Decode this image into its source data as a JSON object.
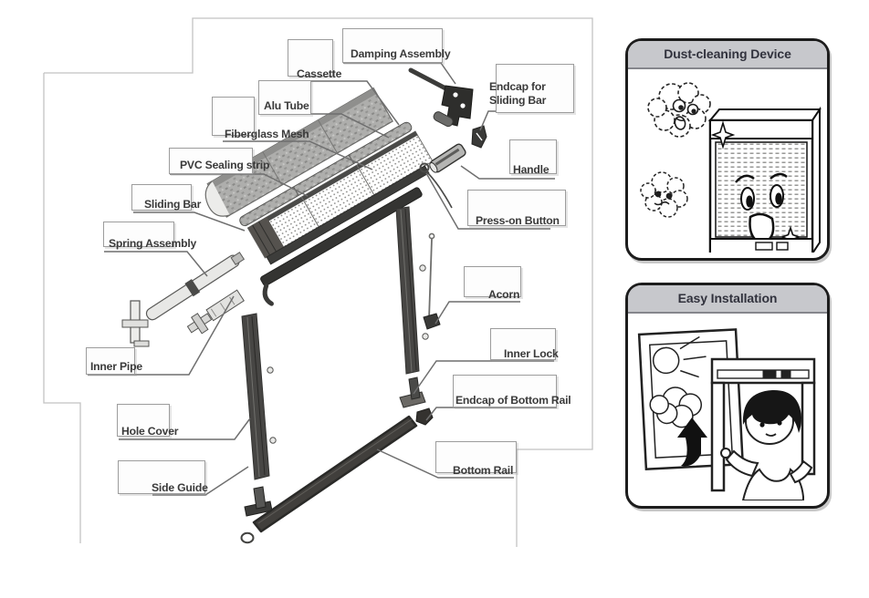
{
  "diagram": {
    "parts": [
      {
        "id": "cassette",
        "label": "Cassette"
      },
      {
        "id": "damping-assembly",
        "label": "Damping Assembly"
      },
      {
        "id": "alu-tube",
        "label": "Alu Tube"
      },
      {
        "id": "fiberglass-mesh",
        "label": "Fiberglass Mesh"
      },
      {
        "id": "pvc-sealing-strip",
        "label": "PVC Sealing strip"
      },
      {
        "id": "sliding-bar",
        "label": "Sliding Bar"
      },
      {
        "id": "spring-assembly",
        "label": "Spring Assembly"
      },
      {
        "id": "inner-pipe",
        "label": "Inner Pipe"
      },
      {
        "id": "hole-cover",
        "label": "Hole Cover"
      },
      {
        "id": "side-guide",
        "label": "Side Guide"
      },
      {
        "id": "endcap-for-sliding-bar",
        "label": "Endcap for Sliding Bar"
      },
      {
        "id": "handle",
        "label": "Handle"
      },
      {
        "id": "press-on-button",
        "label": "Press-on Button"
      },
      {
        "id": "acorn",
        "label": "Acorn"
      },
      {
        "id": "inner-lock",
        "label": "Inner Lock"
      },
      {
        "id": "endcap-of-bottom-rail",
        "label": "Endcap of Bottom Rail"
      },
      {
        "id": "bottom-rail",
        "label": "Bottom Rail"
      }
    ]
  },
  "panels": [
    {
      "title": "Dust-cleaning Device"
    },
    {
      "title": "Easy Installation"
    }
  ],
  "colors": {
    "panel_header_bg": "#c7c8cc",
    "panel_border": "#1c1c1c",
    "label_text": "#3a3a3a",
    "leader_line": "#6f6f6f",
    "outline": "#c2c2c2",
    "dark_part": "#3a3a38",
    "light_part": "#b3b3b1"
  }
}
